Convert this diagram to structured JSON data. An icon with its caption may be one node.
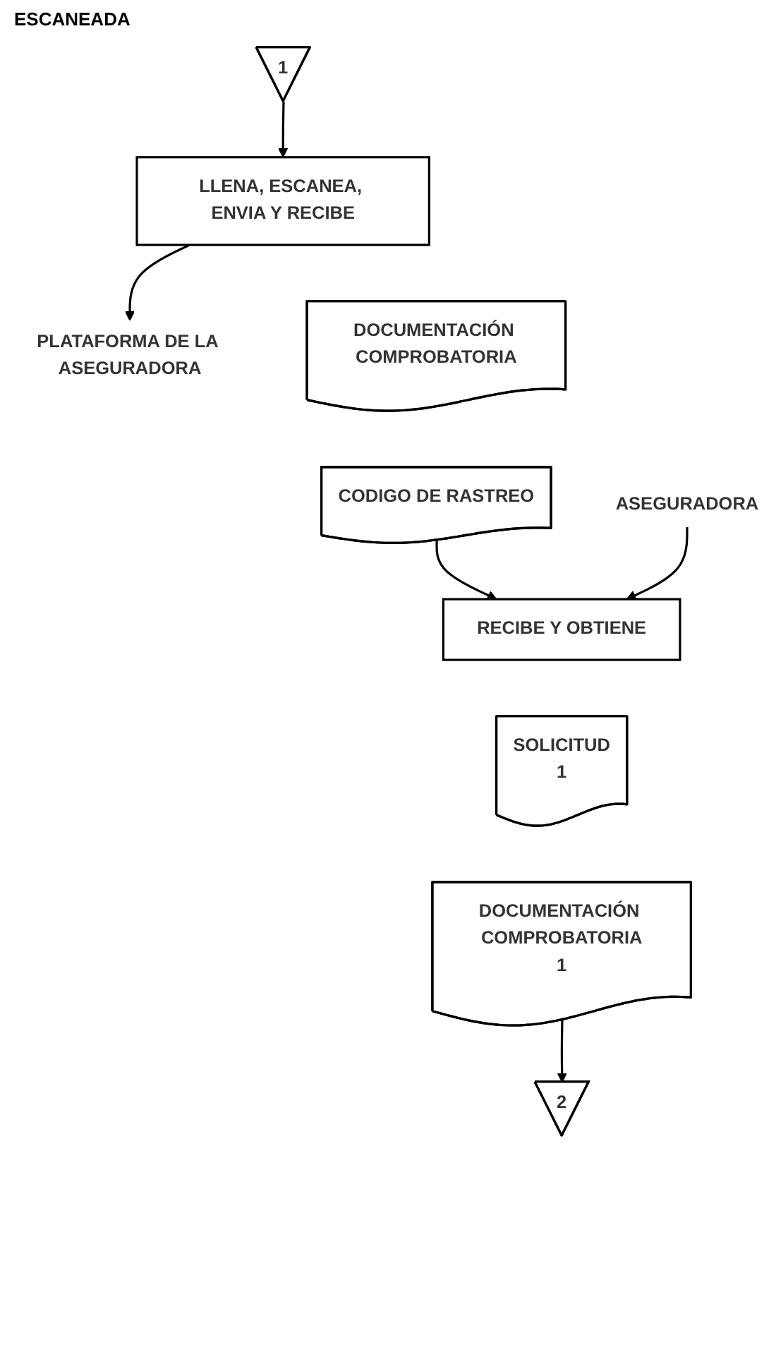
{
  "diagram": {
    "nodes": [
      {
        "text": [
          "1"
        ]
      },
      {
        "text": [
          "LLENA, ESCANEA, ENVIA Y RECIBE"
        ]
      },
      {
        "text": [
          "PLATAFORMA DE LA ASEGURADORA"
        ]
      },
      {
        "text": [
          "DOCUMENTACIÓN COMPROBATORIA"
        ]
      },
      {
        "text": [
          "CODIGO DE RASTREO"
        ]
      },
      {
        "text": [
          "ASEGURADORA"
        ]
      },
      {
        "text": [
          "RECIBE Y OBTIENE"
        ]
      },
      {
        "text": [
          "SOLICITUD",
          "1"
        ]
      },
      {
        "text": [
          "DOCUMENTACIÓN COMPROBATORIA",
          "1"
        ]
      },
      {
        "text": [
          "2"
        ]
      }
    ],
    "edges": [
      {
        "from": 0,
        "to": 1,
        "arrow": "to"
      },
      {
        "from": 1,
        "to": 2,
        "arrow": "to"
      },
      {
        "from": 4,
        "to": 6,
        "arrow": "to"
      },
      {
        "from": 5,
        "to": 6,
        "arrow": "to"
      },
      {
        "from": 8,
        "to": 9,
        "arrow": "to"
      }
    ],
    "labels": [
      "ESCANEADA"
    ]
  }
}
